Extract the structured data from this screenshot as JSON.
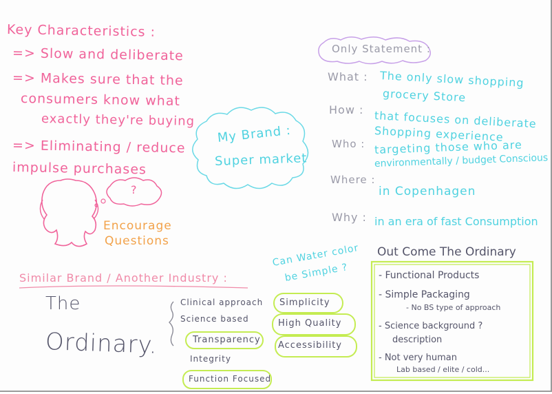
{
  "key_characteristics": {
    "title": "Key Characteristics :",
    "items": [
      "=> Slow and deliberate",
      "=> Makes sure that the",
      "consumers know what",
      "exactly they're buying",
      "=> Eliminating / reduce",
      "impulse purchases"
    ]
  },
  "encourage": {
    "bubble": "?",
    "line1": "Encourage",
    "line2": "Questions"
  },
  "brand_cloud": {
    "line1": "My Brand :",
    "line2": "Super market"
  },
  "statement": {
    "title": "Only Statement :",
    "what_label": "What :",
    "what_1": "The only slow shopping",
    "what_2": "grocery Store",
    "how_label": "How :",
    "how_1": "that focuses on deliberate",
    "how_2": "Shopping experience",
    "who_label": "Who :",
    "who_1": "targeting those who are",
    "who_2": "environmentally / budget Conscious",
    "where_label": "Where :",
    "where_1": "in Copenhagen",
    "why_label": "Why :",
    "why_1": "in an era of fast Consumption"
  },
  "similar": {
    "title": "Similar Brand / Another Industry :",
    "brand_1": "The",
    "brand_2": "Ordinary.",
    "approaches": [
      "Clinical approach",
      "Science based",
      "Transparency",
      "Integrity",
      "Function Focused"
    ],
    "qualities": [
      "Simplicity",
      "High Quality",
      "Accessibility"
    ]
  },
  "watercolor": {
    "line1": "Can Water color",
    "line2": "be Simple ?"
  },
  "outcome": {
    "title": "Out Come The Ordinary",
    "items": [
      "- Functional Products",
      "- Simple Packaging",
      "- No BS type of approach",
      "- Science background ?",
      "description",
      "- Not very human",
      "Lab based / elite / cold..."
    ]
  },
  "colors": {
    "pink": "#f0639a",
    "cyan": "#4fd2e0",
    "lime": "#c4ec52",
    "orange": "#f2a24a",
    "purple": "#c7a0e8",
    "gray": "#9a9aa8"
  }
}
